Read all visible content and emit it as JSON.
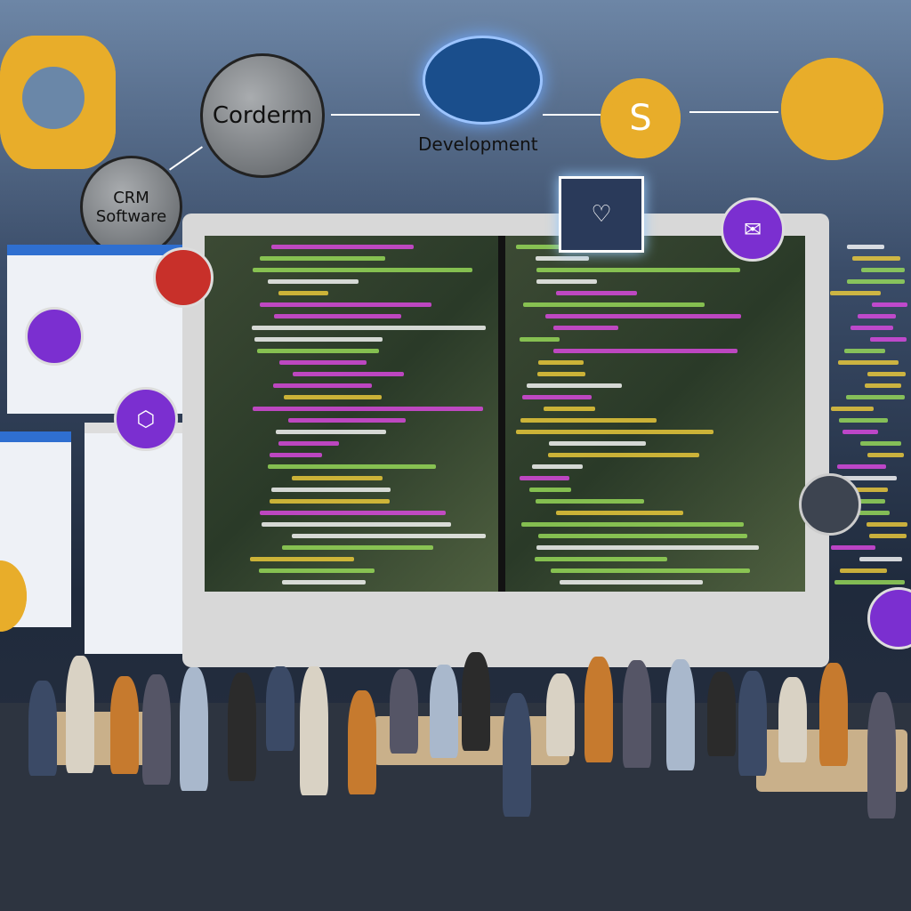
{
  "labels": {
    "corderm": "Corderm",
    "crm": "CRM Software",
    "development": "Development",
    "s_gear": "S"
  },
  "colors": {
    "gear": "#e8ad2a",
    "purple": "#7b2fd0",
    "red": "#c8302a",
    "monitor": "#d8d8d8"
  },
  "icons": [
    "gear-icon",
    "user-icon",
    "globe-icon",
    "heart-window-icon",
    "mail-icon",
    "network-icon",
    "chat-icon",
    "hexagon-icon",
    "lock-icon",
    "folder-icon"
  ]
}
